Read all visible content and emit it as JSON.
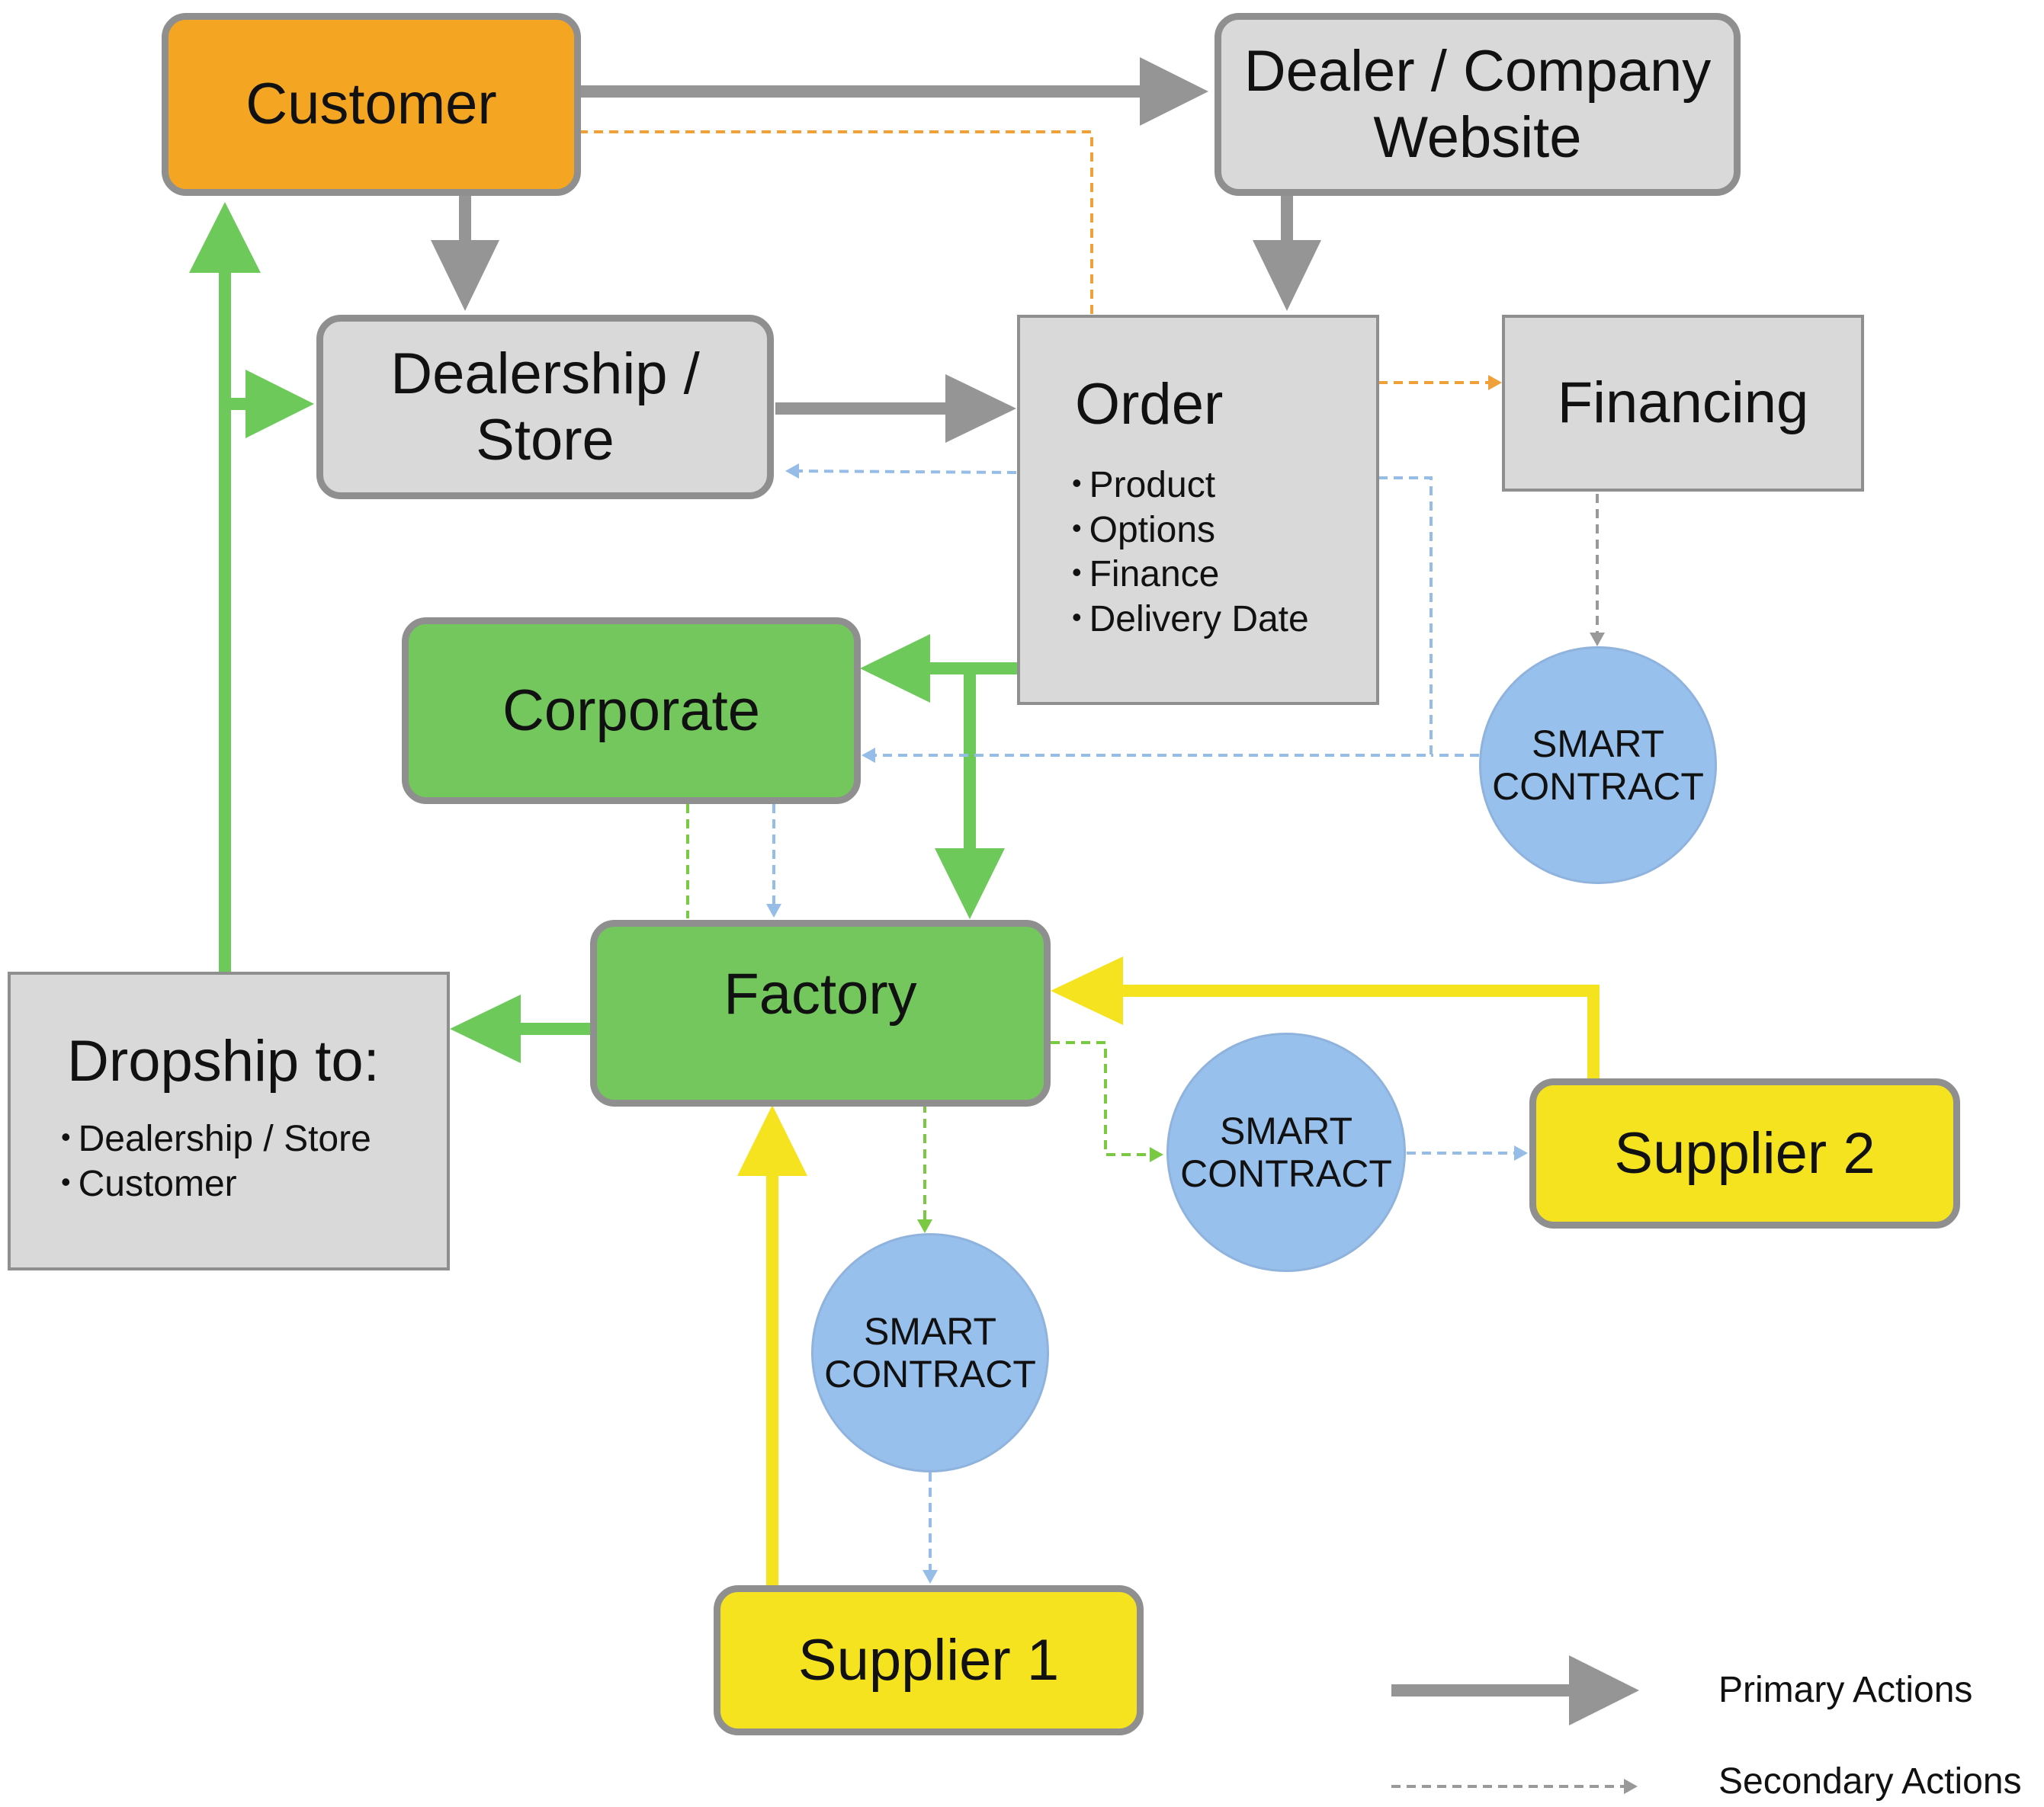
{
  "nodes": {
    "customer": {
      "label": "Customer"
    },
    "website": {
      "line1": "Dealer / Company",
      "line2": "Website"
    },
    "dealership": {
      "line1": "Dealership /",
      "line2": "Store"
    },
    "order": {
      "title": "Order",
      "items": [
        "Product",
        "Options",
        "Finance",
        "Delivery Date"
      ]
    },
    "financing": {
      "label": "Financing"
    },
    "corporate": {
      "label": "Corporate"
    },
    "factory": {
      "label": "Factory"
    },
    "dropship": {
      "title": "Dropship to:",
      "items": [
        "Dealership / Store",
        "Customer"
      ]
    },
    "supplier1": {
      "label": "Supplier 1"
    },
    "supplier2": {
      "label": "Supplier 2"
    }
  },
  "smart_contracts": [
    {
      "line1": "SMART",
      "line2": "CONTRACT"
    },
    {
      "line1": "SMART",
      "line2": "CONTRACT"
    },
    {
      "line1": "SMART",
      "line2": "CONTRACT"
    }
  ],
  "legend": {
    "primary": "Primary Actions",
    "secondary": "Secondary Actions"
  },
  "colors": {
    "customer": "#f4a622",
    "gray_box": "#d9d9d9",
    "green_box": "#73c75d",
    "yellow_box": "#f5e31f",
    "smart_contract": "#98c0ec",
    "primary_gray": "#959595",
    "primary_green": "#6cc95a",
    "primary_yellow": "#f5e31f",
    "secondary_orange": "#f0a038",
    "secondary_blue": "#95bde8",
    "secondary_green": "#7ac943",
    "secondary_gray": "#999999"
  }
}
